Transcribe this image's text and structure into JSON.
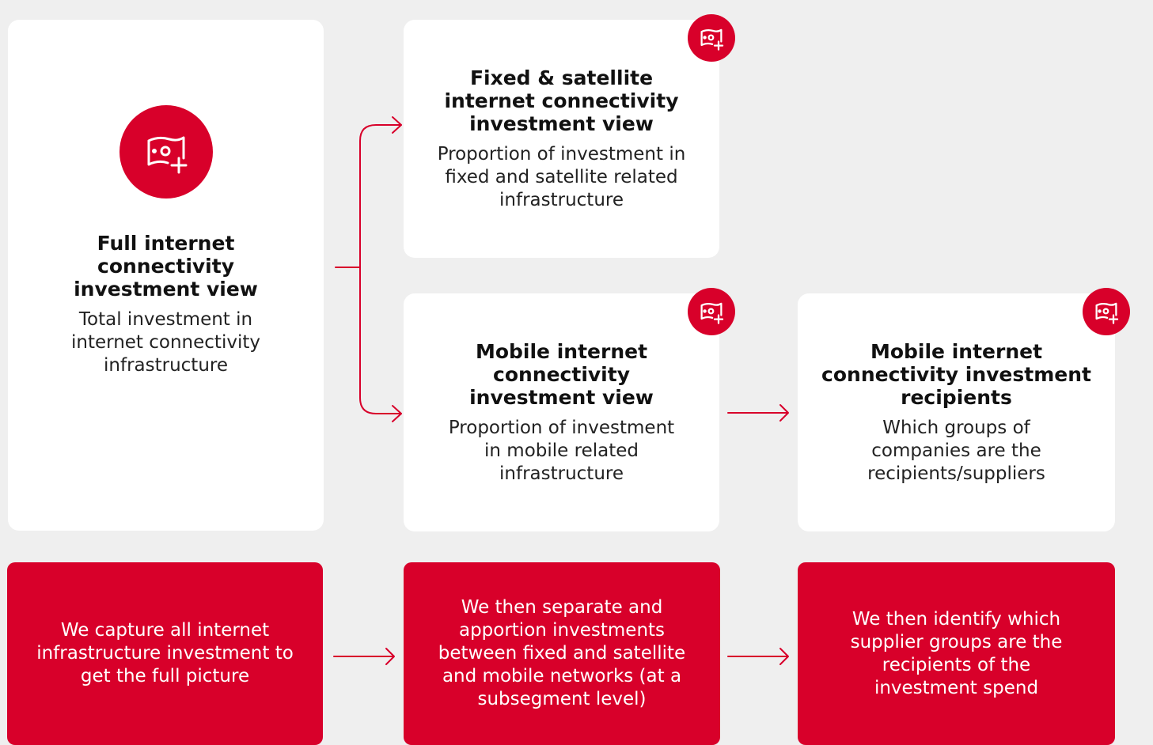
{
  "colors": {
    "accent": "#d8002a",
    "background": "#efefef",
    "card": "#ffffff"
  },
  "full_view": {
    "icon": "money-plus-icon",
    "title": "Full internet connectivity investment view",
    "description": "Total investment in internet connectivity infrastructure"
  },
  "fixed_view": {
    "icon": "money-plus-icon",
    "title": "Fixed & satellite internet connectivity investment view",
    "description": "Proportion of investment in fixed and satellite related infrastructure"
  },
  "mobile_view": {
    "icon": "money-plus-icon",
    "title": "Mobile internet connectivity investment view",
    "description": "Proportion of investment in mobile related infrastructure"
  },
  "recipients_view": {
    "icon": "money-plus-icon",
    "title": "Mobile internet connectivity investment recipients",
    "description": "Which groups of companies are the recipients/suppliers"
  },
  "steps": [
    {
      "text": "We capture all internet infrastructure investment to get the full picture"
    },
    {
      "text": "We then separate and apportion investments between fixed and satellite and mobile networks (at a subsegment level)"
    },
    {
      "text": "We then identify which supplier groups are the recipients of the investment spend"
    }
  ]
}
